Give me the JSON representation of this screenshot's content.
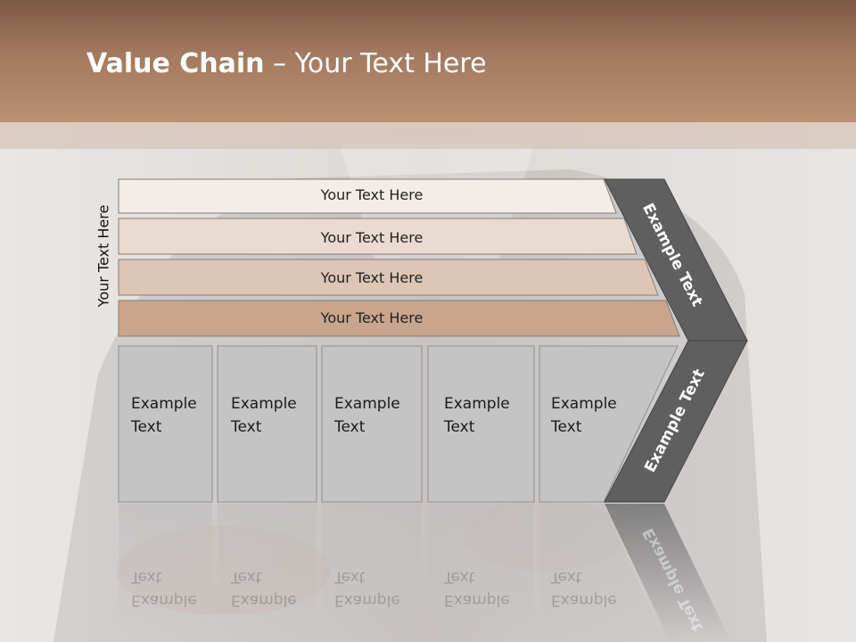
{
  "title": {
    "bold": "Value Chain",
    "rest": " – Your Text Here"
  },
  "side_label": "Your Text Here",
  "bars": [
    {
      "label": "Your Text Here",
      "color": "#f3ece7"
    },
    {
      "label": "Your Text Here",
      "color": "#eadbd1"
    },
    {
      "label": "Your Text Here",
      "color": "#ddc6b5"
    },
    {
      "label": "Your Text Here",
      "color": "#c8a58c"
    }
  ],
  "columns": [
    {
      "line1": "Example",
      "line2": "Text"
    },
    {
      "line1": "Example",
      "line2": "Text"
    },
    {
      "line1": "Example",
      "line2": "Text"
    },
    {
      "line1": "Example",
      "line2": "Text"
    },
    {
      "line1": "Example",
      "line2": "Text"
    }
  ],
  "arrow": {
    "upper": "Example Text",
    "lower": "Example Text"
  },
  "colors": {
    "arrow": "#5f5f5f",
    "column": "#c4c4c4",
    "header": "#a37a60"
  }
}
